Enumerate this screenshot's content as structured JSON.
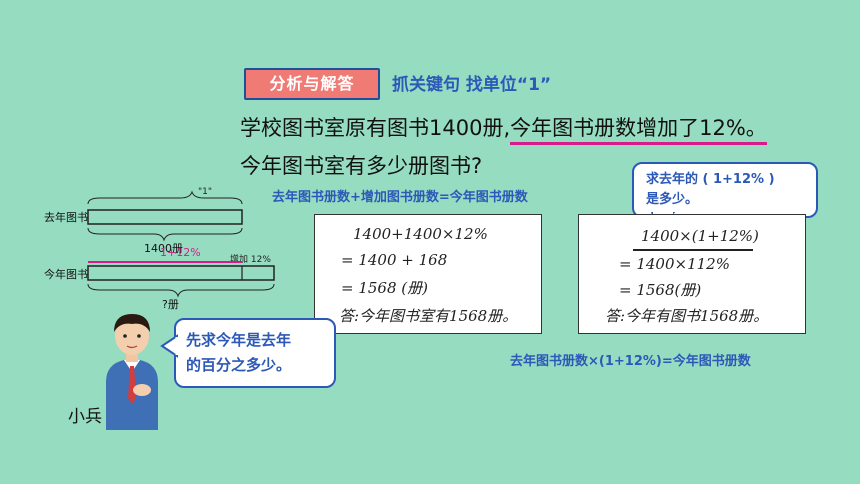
{
  "header": {
    "tag": "分析与解答",
    "subtitle": "抓关键句 找单位“1”"
  },
  "problem": {
    "line1_plain": "学校图书室原有图书1400册,",
    "line1_underlined": "今年图书册数增加了12%。",
    "line2": "今年图书室有多少册图书?"
  },
  "diagram": {
    "unit_mark": "\"1\"",
    "row1_label": "去年图书",
    "row1_value": "1400册",
    "row2_label": "今年图书",
    "ratio_label": "1+12%",
    "increase_label": "增加 12%",
    "row2_value": "?册"
  },
  "method1": {
    "formula": "去年图书册数+增加图书册数=今年图书册数",
    "steps": [
      "1400+1400×12%",
      "= 1400 + 168",
      "= 1568 (册)",
      "答:今年图书室有1568册。"
    ]
  },
  "method2": {
    "hint": [
      "求去年的 ( 1+12% )",
      "是多少。"
    ],
    "steps": [
      "1400×(1+12%)",
      "= 1400×112%",
      "= 1568(册)",
      "答:今年有图书1568册。"
    ],
    "formula": "去年图书册数×(1+12%)=今年图书册数"
  },
  "character": {
    "speech": [
      "先求今年是去年",
      "的百分之多少。"
    ],
    "name": "小兵"
  }
}
